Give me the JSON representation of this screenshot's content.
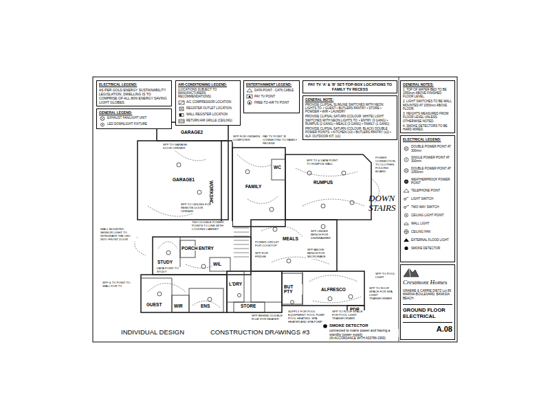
{
  "diagram": {
    "nodes": [
      {
        "text": [
          "ELECTRICAL LEGEND:",
          "AS PER GOLD ENERGY SUSTAINABILITY LEGISLATION, DWELLING IS TO COMPRISE OF ALL 80% ENERGY SAVING LIGHT GLOBES."
        ]
      },
      {
        "text": [
          "GENERAL LEGEND:"
        ]
      },
      {
        "text": [
          "AIR-CONDITIONING LEGEND:",
          "(LOCATIONS SUBJECT TO MANUFACTURERS RECOMMENDATIONS)"
        ]
      },
      {
        "text": [
          "ENTERTAINMENT LEGEND:"
        ]
      },
      {
        "text": [
          "PAY TV 'A' & 'B' SET-TOP-BOX LOCATIONS TO FAMILY TV RECESS"
        ]
      },
      {
        "text": [
          "GENERAL NOTE:",
          "PROVIDE CLIPSAL SLIMLINE SWITCHES WITH NEON LIGHTS TO: • GUEST • BUTLERS PANTRY • STORE • POWDER • WIR • LAUNDRY",
          "PROVIDE CLIPSAL SATURN (COLOUR: WHITE) LIGHT SWITCHES WITH NEON LIGHTS TO: • ENTRY (3 GANG) • RUMPUS (2 GANG) • MEALS (3 GANG) • FAMILY (1 GANG)",
          "PROVIDE CLIPSAL SATURN (COLOUR: BLACK) DOUBLE POWER POINTS: • KITCHEN (x3) • BUTLERS PANTRY (x2) • ALF. OUTDOOR KIT. (x1)"
        ]
      },
      {
        "text": [
          "GENERAL NOTES:",
          "1. TOP OF WATER-BED TO BE 1550mm ABOVE FINISHED FLOOR LEVEL.",
          "2. LIGHT SWITCHES TO BE WALL MOUNTED AT 1050mm ABOVE FLOOR.",
          "3. HEIGHTS MEASURED FROM FLOOR LEVEL UNLESS OTHERWISE NOTED.",
          "4. SMOKE DETECTORS TO BE HARD WIRED."
        ]
      },
      {
        "text": [
          "ELECTRICAL LEGEND:"
        ]
      },
      {
        "text": [
          "Crestmont Homes",
          "GRAEME & CARRIE DIETZ Lot 89 MARINA BOULEVARD, BANKSIA BEACH",
          "GROUND FLOOR ELECTRICAL",
          "A.08"
        ]
      }
    ],
    "labels": [
      "GARAGE2",
      "GARAGE1",
      "WORKSHOP",
      "FAMILY",
      "WC",
      "RUMPUS",
      "DOWN STAIRS",
      "MEALS",
      "PORCH",
      "ENTRY",
      "STUDY",
      "WIL",
      "L'DRY",
      "GUEST",
      "WIR",
      "ENS",
      "STORE",
      "BUT PTY",
      "ALFRESCO",
      "PDR",
      "SPP TO GARAGE DOOR OPENER",
      "SPP TO CEILING FOR REMOTE DOOR OPENER",
      "SPP FOR OWNERS COMPUTER",
      "PAY TV POINT 'B' CONNECTED TO FAMILY RECESS",
      "POWER CONNECTION TO CLOTHES FOLDING BOARD",
      "SPP TV & DATA POINT TO RUMPUS WALL",
      "TWO DOUBLE POWER POINTS TO LINE WITH LOCKING CABINET",
      "SPP UNDER BENCH FOR DISHWASHER",
      "POWER CIRCUIT FOR COOKTOP",
      "SPP FOR FRIDGE",
      "SPP ABOVE BENCH FOR MICROWAVE",
      "SPP TO POOL LIGHT",
      "SPP TO ROOF SPACE FOR SPA LIGHT TRANSFORMER",
      "SPP TO ROOF SPACE FOR POOL LIGHT TRANSFORMER",
      "SUPPLY FOR POOL EQUIPMENT: POOL PUMP, POOL HEATING, SPA HEATER AND SPA PUMP",
      "SPP & TV POINT TO WALL FOR TV",
      "WALL MOUNTED SENSOR LIGHT TO INTEGRATE THE LED INTO FRONT DOOR",
      "DATA POINT TO STUDY",
      "SPP BEHIND DOUBLE FLUE FOR HEATER",
      "INDIVIDUAL DESIGN",
      "CONSTRUCTION DRAWINGS #3",
      "SMOKE DETECTOR",
      "connected to mains power and having a standby power supply",
      "(IN ACCORDANCE WITH AS3786-1993)"
    ],
    "legend": [
      {
        "text": "EXHAUST FAN/LIGHT UNIT"
      },
      {
        "text": "LED DOWNLIGHT FIXTURE"
      },
      {
        "text": "A/C COMPRESSOR LOCATION"
      },
      {
        "text": "REGISTER OUTLET LOCATION"
      },
      {
        "text": "WALL REGISTER LOCATION"
      },
      {
        "text": "RETURN AIR GRILLE (CEILING)"
      },
      {
        "text": "DATA POINT - CAT6 CABLE"
      },
      {
        "text": "PAY TV POINT"
      },
      {
        "text": "FREE-TO-AIR TV POINT"
      },
      {
        "text": "DOUBLE POWER POINT AT 300mm"
      },
      {
        "text": "SINGLE POWER POINT AT 300mm"
      },
      {
        "text": "DOUBLE POWER POINT AT 1050mm"
      },
      {
        "text": "WEATHERPROOF POWER POINT"
      },
      {
        "text": "TELEPHONE POINT"
      },
      {
        "text": "LIGHT SWITCH"
      },
      {
        "text": "TWO WAY SWITCH"
      },
      {
        "text": "CEILING LIGHT POINT"
      },
      {
        "text": "WALL LIGHT"
      },
      {
        "text": "CEILING FAN"
      },
      {
        "text": "EXTERNAL FLOOD LIGHT"
      },
      {
        "text": "SMOKE DETECTOR"
      }
    ]
  }
}
